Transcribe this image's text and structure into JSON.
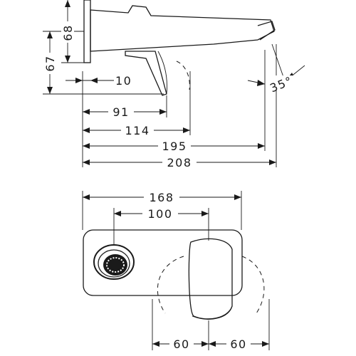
{
  "side_view": {
    "dim_height_top": "68",
    "dim_height_outlet": "67",
    "dim_wall_gap": "10",
    "dim_lever": "91",
    "dim_lever_tip": "114",
    "dim_outlet": "195",
    "dim_total": "208",
    "dim_angle": "35°"
  },
  "front_view": {
    "dim_plate_width": "168",
    "dim_center_distance": "100",
    "dim_left_swing": "60",
    "dim_right_swing": "60"
  }
}
